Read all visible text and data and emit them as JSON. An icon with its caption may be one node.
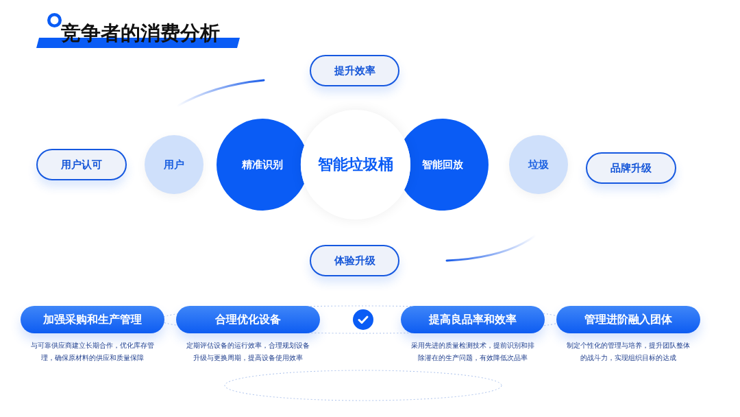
{
  "diagram": {
    "title": "竞争者的消费分析",
    "nodes": [
      {
        "text": [
          "提升效率"
        ]
      },
      {
        "text": [
          "用户认可"
        ]
      },
      {
        "text": [
          "用户"
        ]
      },
      {
        "text": [
          "精准识别"
        ]
      },
      {
        "text": [
          "智能垃圾桶"
        ]
      },
      {
        "text": [
          "智能回放"
        ]
      },
      {
        "text": [
          "垃圾"
        ]
      },
      {
        "text": [
          "品牌升级"
        ]
      },
      {
        "text": [
          "体验升级"
        ]
      },
      {
        "text": [
          "加强采购和生产管理"
        ],
        "beside": [
          "与可靠供应商建立长期合作，优化库存管理，确保原材料的供应和质量保障"
        ]
      },
      {
        "text": [
          "合理优化设备"
        ],
        "beside": [
          "定期评估设备的运行效率，合理规划设备升级与更换周期，提高设备使用效率"
        ]
      },
      {
        "text": [
          "提高良品率和效率"
        ],
        "beside": [
          "采用先进的质量检测技术，提前识别和排除潜在的生产问题，有效降低次品率"
        ]
      },
      {
        "text": [
          "管理进阶融入团体"
        ],
        "beside": [
          "制定个性化的管理与培养，提升团队整体的战斗力，实现组织目标的达成"
        ]
      },
      {
        "text": [],
        "shape": "ellipse"
      }
    ]
  }
}
